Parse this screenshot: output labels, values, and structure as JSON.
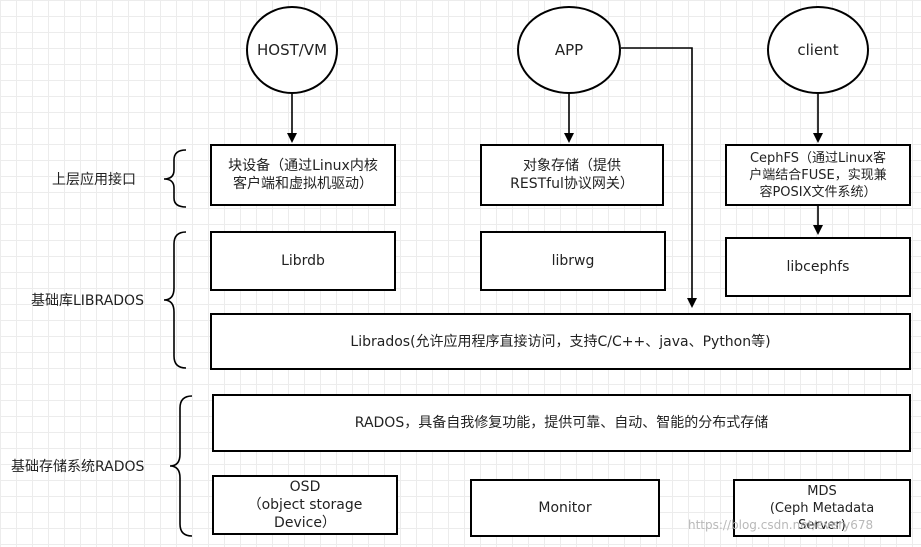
{
  "nodes": {
    "host_vm": "HOST/VM",
    "app": "APP",
    "client": "client"
  },
  "layers": {
    "upper_api": "上层应用接口",
    "base_lib": "基础库LIBRADOS",
    "base_storage": "基础存储系统RADOS"
  },
  "boxes": {
    "block_device": "块设备（通过Linux内核\n客户端和虚拟机驱动）",
    "object_storage": "对象存储（提供\nRESTful协议网关）",
    "cephfs": "CephFS（通过Linux客\n户端结合FUSE，实现兼\n容POSIX文件系统）",
    "librdb": "Librdb",
    "librwg": "librwg",
    "libcephfs": "libcephfs",
    "librados": "Librados(允许应用程序直接访问，支持C/C++、java、Python等)",
    "rados": "RADOS，具备自我修复功能，提供可靠、自动、智能的分布式存储",
    "osd": "OSD\n（object storage\nDevice）",
    "monitor": "Monitor",
    "mds": "MDS\n(Ceph Metadata\nServer)"
  },
  "watermark": "https://blog.csdn.net/every678"
}
